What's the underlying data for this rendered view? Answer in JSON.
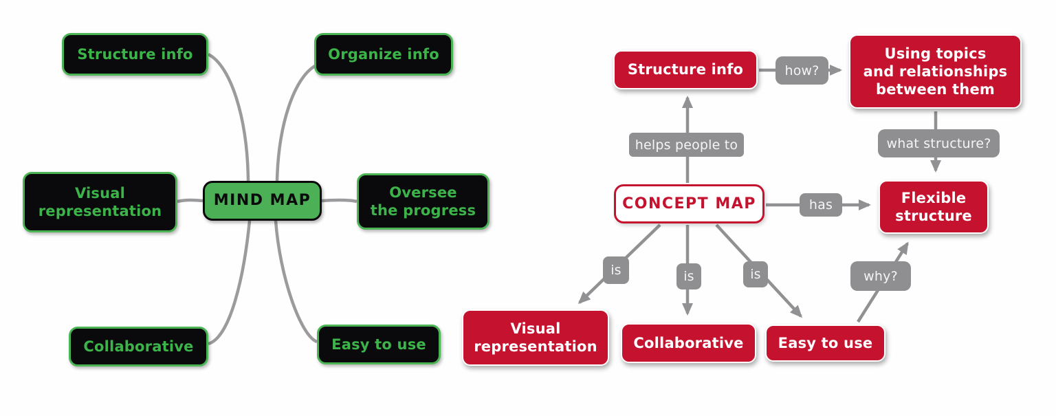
{
  "colors": {
    "mindmap_node_bg": "#0a0a0c",
    "mindmap_node_border": "#4bb454",
    "mindmap_node_text": "#3cb44a",
    "mindmap_center_bg": "#4cb057",
    "mindmap_center_text": "#0a0a0c",
    "conceptmap_node_bg": "#c5122f",
    "conceptmap_node_text": "#ffffff",
    "conceptmap_center_bg": "#ffffff",
    "conceptmap_center_border": "#c5122f",
    "connector_gray": "#98989a",
    "label_gray_bg": "#8f8f91",
    "label_gray_text": "#f5f5f5"
  },
  "mind_map": {
    "center": "MIND MAP",
    "nodes": {
      "structure_info": "Structure info",
      "organize_info": "Organize info",
      "visual_representation": "Visual\nrepresentation",
      "oversee_the_progress": "Oversee\nthe progress",
      "collaborative": "Collaborative",
      "easy_to_use": "Easy to use"
    }
  },
  "concept_map": {
    "center": "CONCEPT MAP",
    "nodes": {
      "structure_info": "Structure info",
      "using_topics": "Using topics\nand relationships\nbetween them",
      "flexible_structure": "Flexible\nstructure",
      "visual_representation": "Visual\nrepresentation",
      "collaborative": "Collaborative",
      "easy_to_use": "Easy to use"
    },
    "relations": {
      "helps_people_to": "helps people to",
      "how": "how?",
      "what_structure": "what structure?",
      "has": "has",
      "is_1": "is",
      "is_2": "is",
      "is_3": "is",
      "why": "why?"
    }
  }
}
